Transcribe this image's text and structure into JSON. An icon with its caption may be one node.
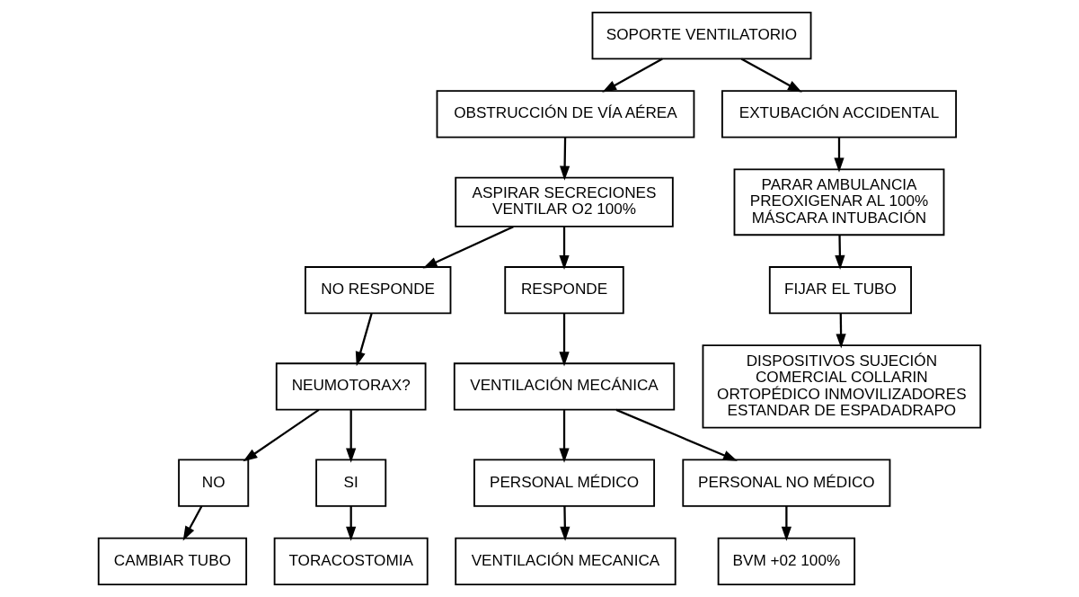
{
  "diagram": {
    "nodes": [
      {
        "text": [
          "SOPORTE VENTILATORIO"
        ]
      },
      {
        "text": [
          "OBSTRUCCIÓN DE VÍA AÉREA"
        ]
      },
      {
        "text": [
          "EXTUBACIÓN ACCIDENTAL"
        ]
      },
      {
        "text": [
          "ASPIRAR SECRECIONES VENTILAR O2 100%"
        ]
      },
      {
        "text": [
          "PARAR AMBULANCIA PREOXIGENAR AL 100% MÁSCARA INTUBACIÓN"
        ]
      },
      {
        "text": [
          "NO RESPONDE"
        ]
      },
      {
        "text": [
          "RESPONDE"
        ]
      },
      {
        "text": [
          "NEUMOTORAX?"
        ]
      },
      {
        "text": [
          "VENTILACIÓN MECÁNICA"
        ]
      },
      {
        "text": [
          "FIJAR EL TUBO"
        ]
      },
      {
        "text": [
          "NO"
        ]
      },
      {
        "text": [
          "SI"
        ]
      },
      {
        "text": [
          "PERSONAL MÉDICO"
        ]
      },
      {
        "text": [
          "PERSONAL NO MÉDICO"
        ]
      },
      {
        "text": [
          "DISPOSITIVOS SUJECIÓN COMERCIAL COLLARIN ORTOPÉDICO INMOVILIZADORES ESTANDAR DE ESPADADRAPO"
        ]
      },
      {
        "text": [
          "CAMBIAR TUBO"
        ]
      },
      {
        "text": [
          "TORACOSTOMIA"
        ]
      },
      {
        "text": [
          "VENTILACIÓN MECANICA"
        ]
      },
      {
        "text": [
          "BVM +02 100%"
        ]
      }
    ],
    "edges": [
      {
        "from": 0,
        "to": 1,
        "arrow": "to"
      },
      {
        "from": 0,
        "to": 2,
        "arrow": "to"
      },
      {
        "from": 1,
        "to": 3,
        "arrow": "to"
      },
      {
        "from": 2,
        "to": 4,
        "arrow": "to"
      },
      {
        "from": 3,
        "to": 5,
        "arrow": "to"
      },
      {
        "from": 3,
        "to": 6,
        "arrow": "to"
      },
      {
        "from": 5,
        "to": 7,
        "arrow": "to"
      },
      {
        "from": 6,
        "to": 8,
        "arrow": "to"
      },
      {
        "from": 4,
        "to": 9,
        "arrow": "to"
      },
      {
        "from": 7,
        "to": 10,
        "arrow": "to"
      },
      {
        "from": 7,
        "to": 11,
        "arrow": "to"
      },
      {
        "from": 8,
        "to": 12,
        "arrow": "to"
      },
      {
        "from": 8,
        "to": 13,
        "arrow": "to"
      },
      {
        "from": 9,
        "to": 14,
        "arrow": "to"
      },
      {
        "from": 10,
        "to": 15,
        "arrow": "to"
      },
      {
        "from": 11,
        "to": 16,
        "arrow": "to"
      },
      {
        "from": 12,
        "to": 17,
        "arrow": "to"
      },
      {
        "from": 13,
        "to": 18,
        "arrow": "to"
      }
    ]
  }
}
